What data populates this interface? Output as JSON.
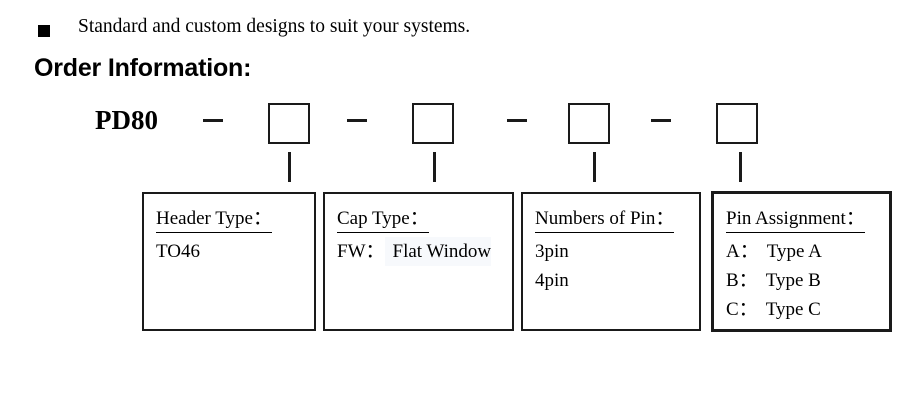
{
  "bullet": {
    "marker": "square-bullet",
    "text": "Standard and custom designs to suit your systems."
  },
  "heading": "Order Information:",
  "part_number": {
    "prefix": "PD80",
    "separator": "–",
    "slots": [
      "",
      "",
      "",
      ""
    ]
  },
  "legend": [
    {
      "title": "Header Type：",
      "lines": [
        {
          "code": "TO46",
          "value": ""
        }
      ]
    },
    {
      "title": "Cap Type：",
      "lines": [
        {
          "code": "FW：",
          "value": "Flat Window"
        }
      ]
    },
    {
      "title": "Numbers of Pin：",
      "lines": [
        {
          "code": "3pin",
          "value": ""
        },
        {
          "code": "4pin",
          "value": ""
        }
      ]
    },
    {
      "title": "Pin Assignment：",
      "lines": [
        {
          "code": "A：",
          "value": "Type A"
        },
        {
          "code": "B：",
          "value": "Type B"
        },
        {
          "code": "C：",
          "value": "Type C"
        }
      ]
    }
  ],
  "colors": {
    "ink": "#000000",
    "rule": "#1a1a1a",
    "page": "#ffffff",
    "highlight": "#f7f9fc"
  }
}
